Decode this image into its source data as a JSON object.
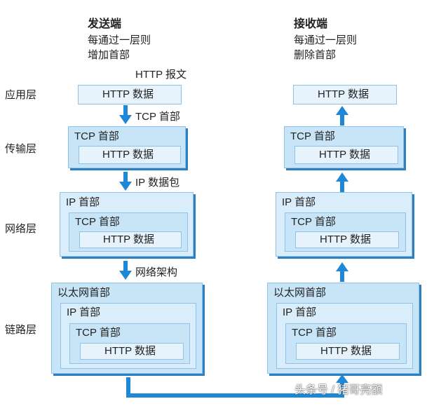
{
  "sender": {
    "title": "发送端",
    "desc1": "每通过一层则",
    "desc2": "增加首部"
  },
  "receiver": {
    "title": "接收端",
    "desc1": "每通过一层则",
    "desc2": "删除首部"
  },
  "layers": {
    "application": "应用层",
    "transport": "传输层",
    "network": "网络层",
    "link": "链路层"
  },
  "labels": {
    "http_message": "HTTP 报文",
    "tcp_header": "TCP 首部",
    "ip_packet": "IP 数据包",
    "ethernet_frame": "网络架构"
  },
  "boxes": {
    "http_data": "HTTP 数据",
    "tcp_header": "TCP 首部",
    "ip_header": "IP 首部",
    "eth_header": "以太网首部"
  },
  "watermark": "头条号 / 猪哥亮额",
  "colors": {
    "arrow": "#1e88d6",
    "box_border": "#8fc2e8",
    "box_fill": "#c8e4f7",
    "shadow": "#2e7fc0"
  }
}
